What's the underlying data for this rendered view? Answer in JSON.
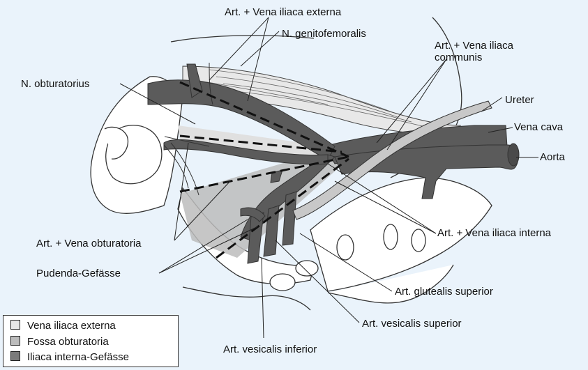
{
  "labels": {
    "iliaca_externa_top": "Art. + Vena iliaca externa",
    "genitofemoralis": "N. genitofemoralis",
    "iliaca_communis": "Art. + Vena iliaca\ncommunis",
    "obturatorius": "N. obturatorius",
    "ureter": "Ureter",
    "vena_cava": "Vena cava",
    "aorta": "Aorta",
    "obturatoria": "Art. + Vena obturatoria",
    "iliaca_interna": "Art. + Vena iliaca interna",
    "pudenda": "Pudenda-Gefässe",
    "glutealis_superior": "Art. glutealis superior",
    "vesicalis_superior": "Art. vesicalis superior",
    "vesicalis_inferior": "Art. vesicalis inferior"
  },
  "legend": [
    {
      "label": "Vena iliaca externa",
      "color": "#e6e6e6"
    },
    {
      "label": "Fossa obturatoria",
      "color": "#bcbcbc"
    },
    {
      "label": "Iliaca interna-Gefässe",
      "color": "#7a7a7a"
    }
  ],
  "colors": {
    "background": "#eaf3fb",
    "vessel": "#5b5b5b",
    "bone": "#ffffff",
    "outline": "#333333"
  }
}
